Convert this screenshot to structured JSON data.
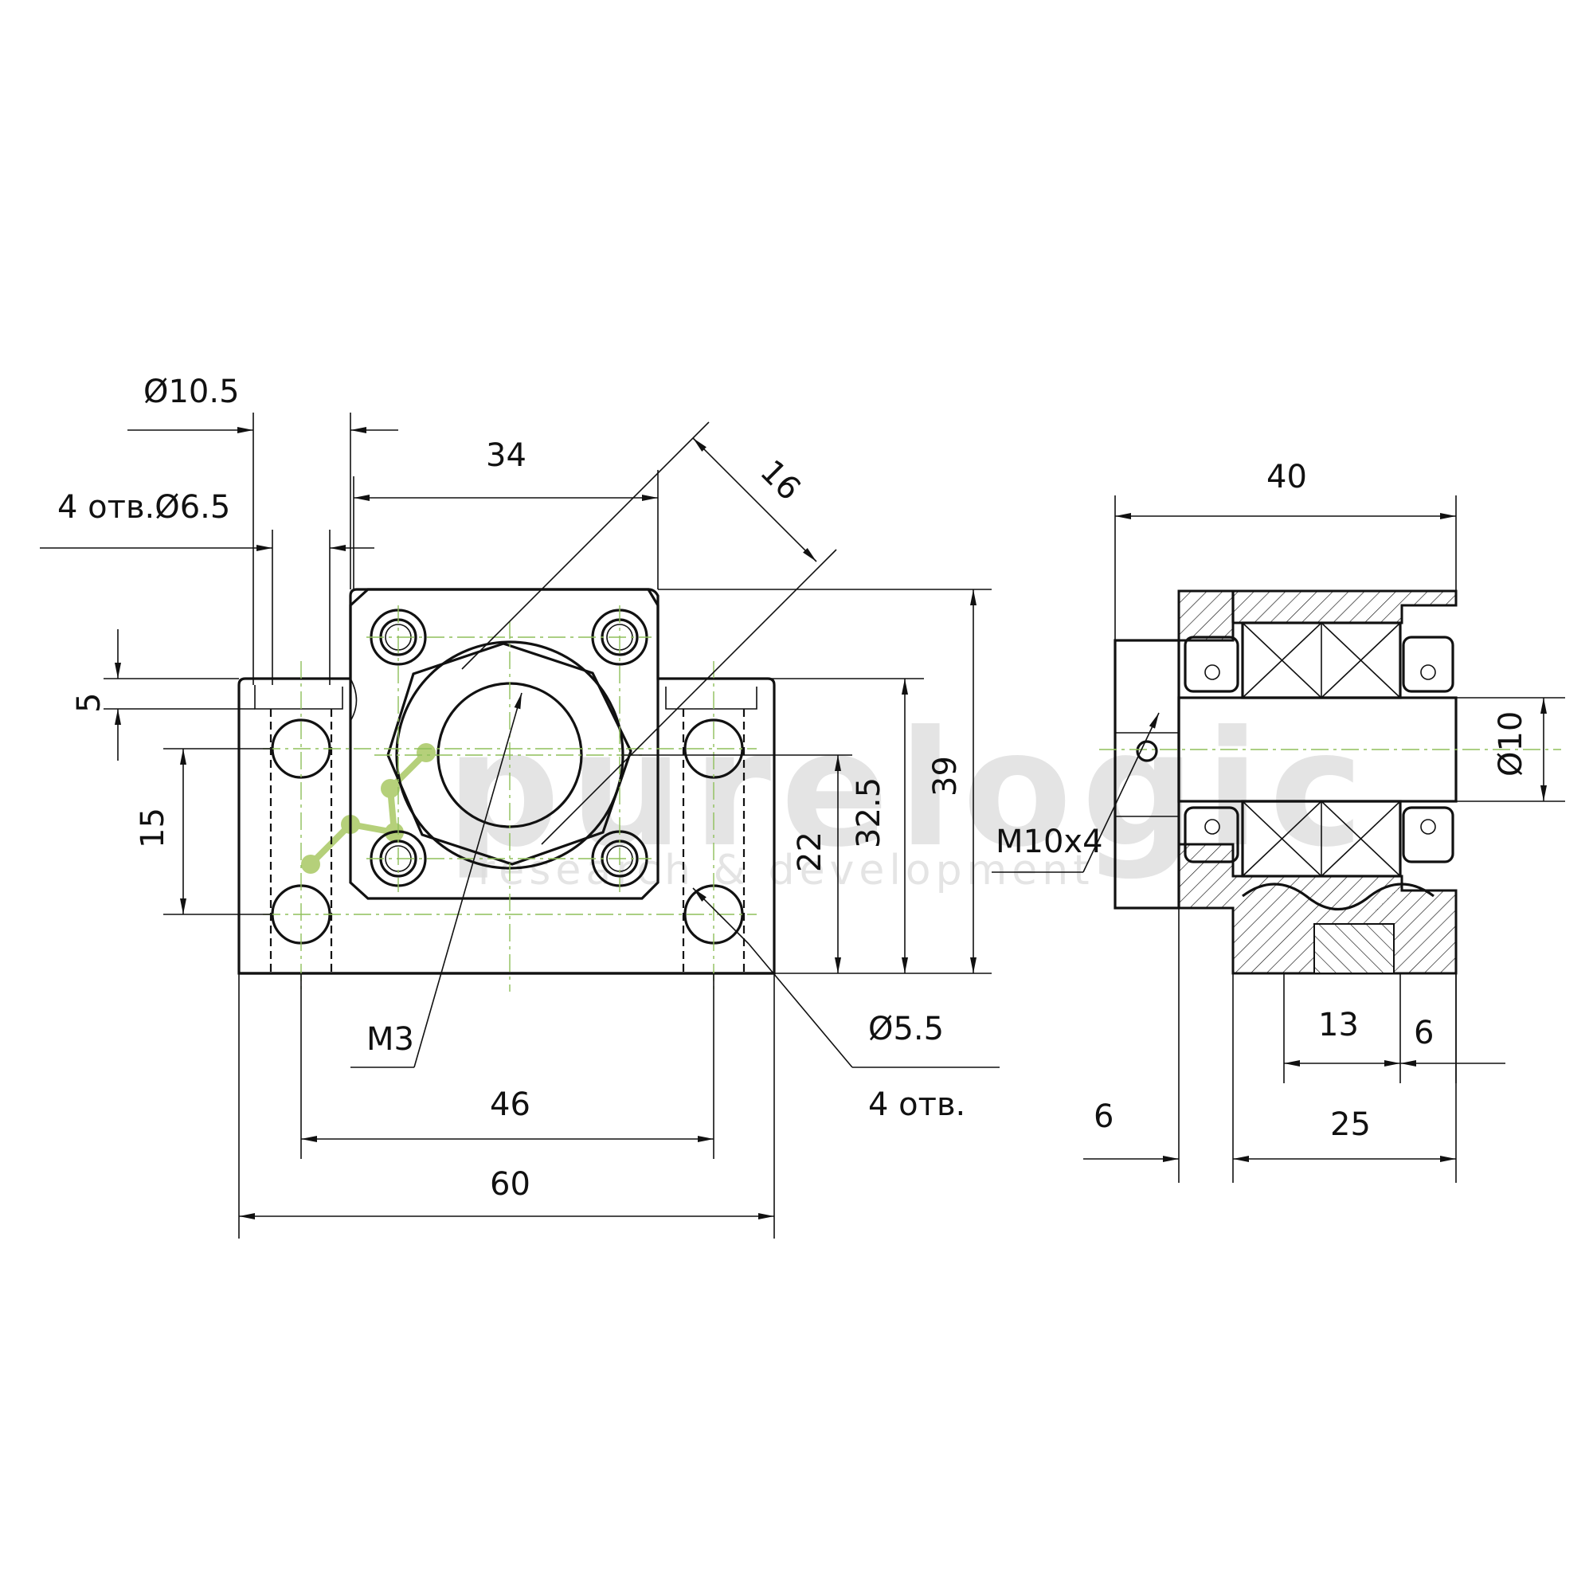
{
  "drawing": {
    "front_view": {
      "dims": {
        "d10_5": "Ø10.5",
        "holes_6_5": "4 отв.Ø6.5",
        "w34": "34",
        "d16": "16",
        "h5": "5",
        "h15": "15",
        "h22": "22",
        "h32_5": "32.5",
        "h39": "39",
        "m3": "M3",
        "d5_5": "Ø5.5",
        "holes_4": "4 отв.",
        "w46": "46",
        "w60": "60"
      }
    },
    "side_view": {
      "dims": {
        "w40": "40",
        "d10": "Ø10",
        "m10x4": "M10x4",
        "w13": "13",
        "w6a": "6",
        "w6b": "6",
        "w25": "25"
      }
    },
    "watermark": {
      "brand": "purelogic",
      "tagline": "research & development"
    },
    "colors": {
      "line": "#111111",
      "center": "#8fbf5a",
      "watermark": "#dcdcdc",
      "logo": "#b5d07a"
    }
  }
}
